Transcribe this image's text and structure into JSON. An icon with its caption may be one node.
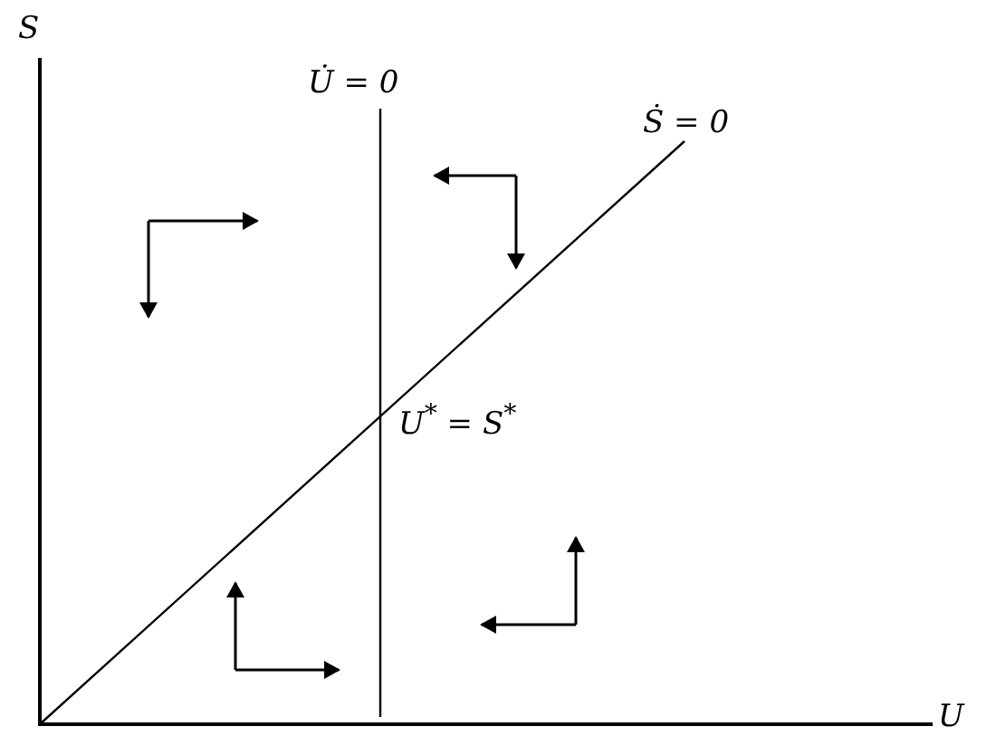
{
  "diagram": {
    "labels": [
      "S",
      "U̇ = 0",
      "Ṡ = 0",
      "U$^{*}$ = S$^{*}$",
      "U"
    ]
  }
}
